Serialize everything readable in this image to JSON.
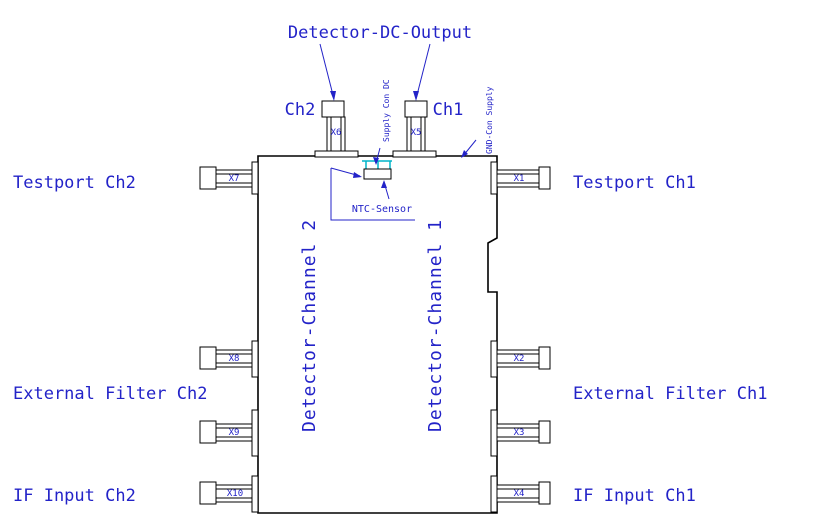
{
  "labels": {
    "dc_output": "Detector-DC-Output",
    "ch2_top": "Ch2",
    "ch1_top": "Ch1",
    "supply_con_dc": "Supply Con DC",
    "gnd_con_supply": "GND-Con Supply",
    "ntc_sensor": "NTC-Sensor",
    "testport_ch2": "Testport Ch2",
    "testport_ch1": "Testport Ch1",
    "ext_filter_ch2": "External Filter Ch2",
    "ext_filter_ch1": "External Filter Ch1",
    "if_input_ch2": "IF Input Ch2",
    "if_input_ch1": "IF Input Ch1",
    "detector_channel_2": "Detector-Channel 2",
    "detector_channel_1": "Detector-Channel 1"
  },
  "connectors": {
    "x1": "X1",
    "x2": "X2",
    "x3": "X3",
    "x4": "X4",
    "x5": "X5",
    "x6": "X6",
    "x7": "X7",
    "x8": "X8",
    "x9": "X9",
    "x10": "X10"
  },
  "colors": {
    "label": "#2323c8",
    "outline": "#000000",
    "ntc": "#00b4c8"
  }
}
